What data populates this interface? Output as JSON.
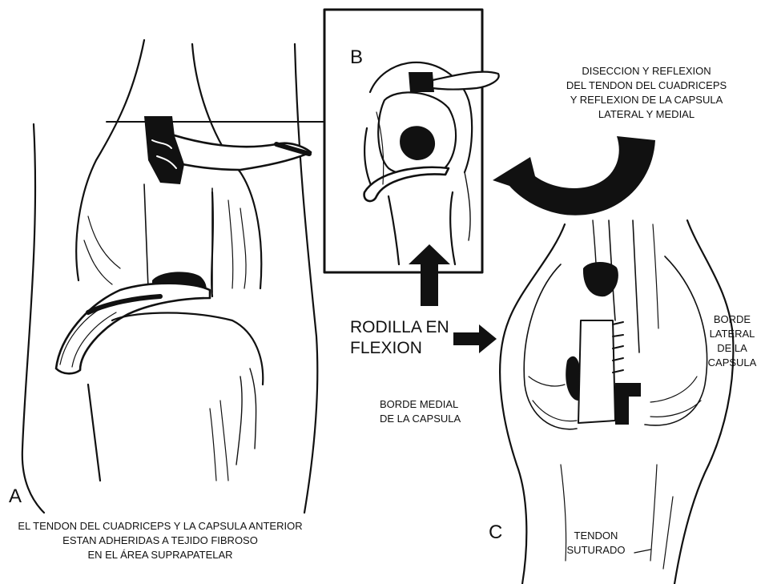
{
  "panels": {
    "a": {
      "letter": "A",
      "caption_lines": [
        "EL TENDON DEL CUADRICEPS Y LA CAPSULA ANTERIOR",
        "ESTAN ADHERIDAS A TEJIDO FIBROSO",
        "EN EL ÁREA SUPRAPATELAR"
      ]
    },
    "b": {
      "letter": "B",
      "caption_lines": [
        "DISECCION Y REFLEXION",
        "DEL TENDON DEL CUADRICEPS",
        "Y REFLEXION DE LA CAPSULA",
        "LATERAL Y MEDIAL"
      ]
    },
    "c": {
      "letter": "C",
      "medial_border_lines": [
        "BORDE MEDIAL",
        "DE LA CAPSULA"
      ],
      "lateral_border_lines": [
        "BORDE",
        "LATERAL",
        "DE LA",
        "CAPSULA"
      ],
      "tendon_lines": [
        "TENDON",
        "SUTURADO"
      ]
    }
  },
  "center_label_lines": [
    "RODILLA EN",
    "FLEXION"
  ],
  "colors": {
    "ink": "#111111",
    "background": "#ffffff"
  }
}
